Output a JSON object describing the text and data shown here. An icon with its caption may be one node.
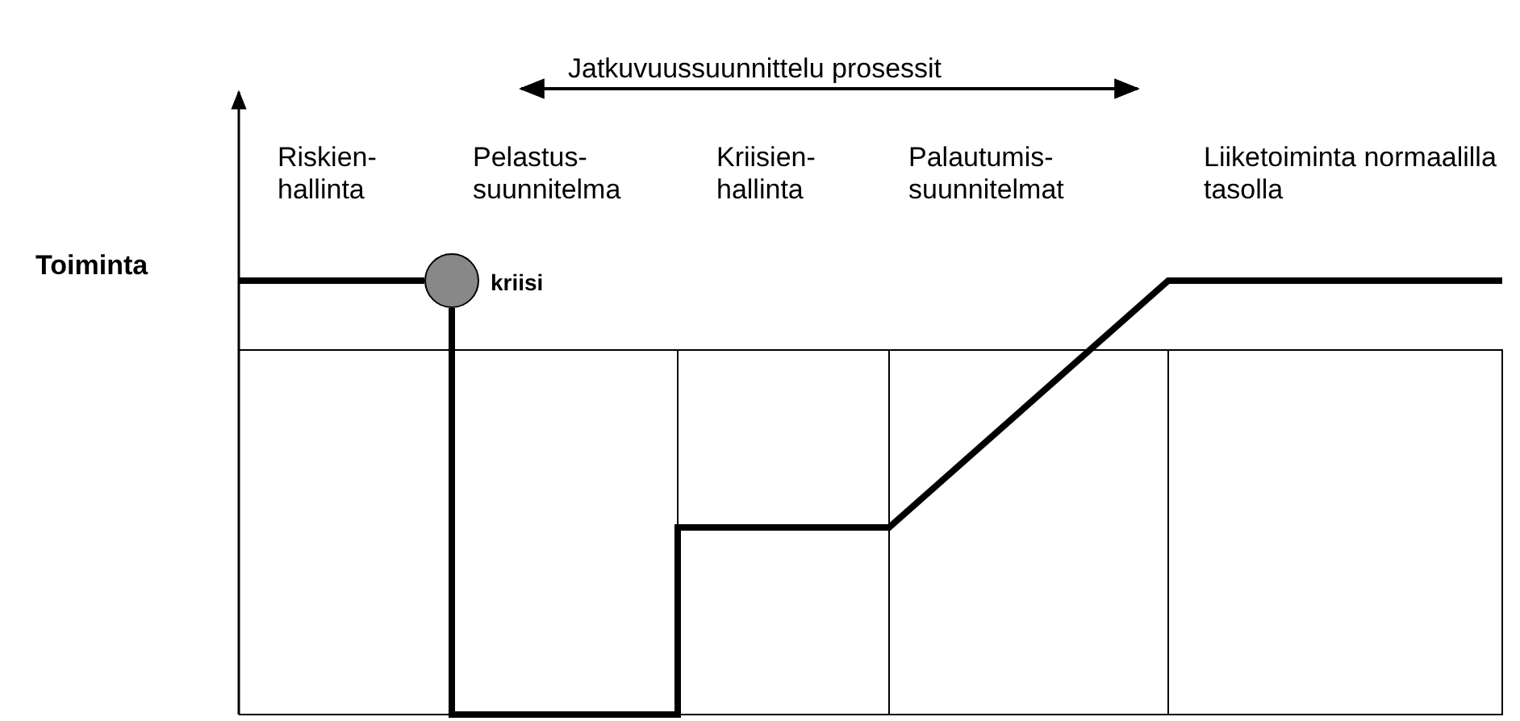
{
  "diagram": {
    "nodes": [
      {
        "text": [],
        "shape": "circle",
        "beside": [
          "kriisi"
        ]
      }
    ],
    "labels": [
      "Jatkuvuussuunnittelu prosessit",
      "Riskien- hallinta",
      "Pelastus- suunnitelma",
      "Kriisien- hallinta",
      "Palautumis- suunnitelmat",
      "Liiketoiminta normaalilla tasolla",
      "Toiminta"
    ]
  }
}
